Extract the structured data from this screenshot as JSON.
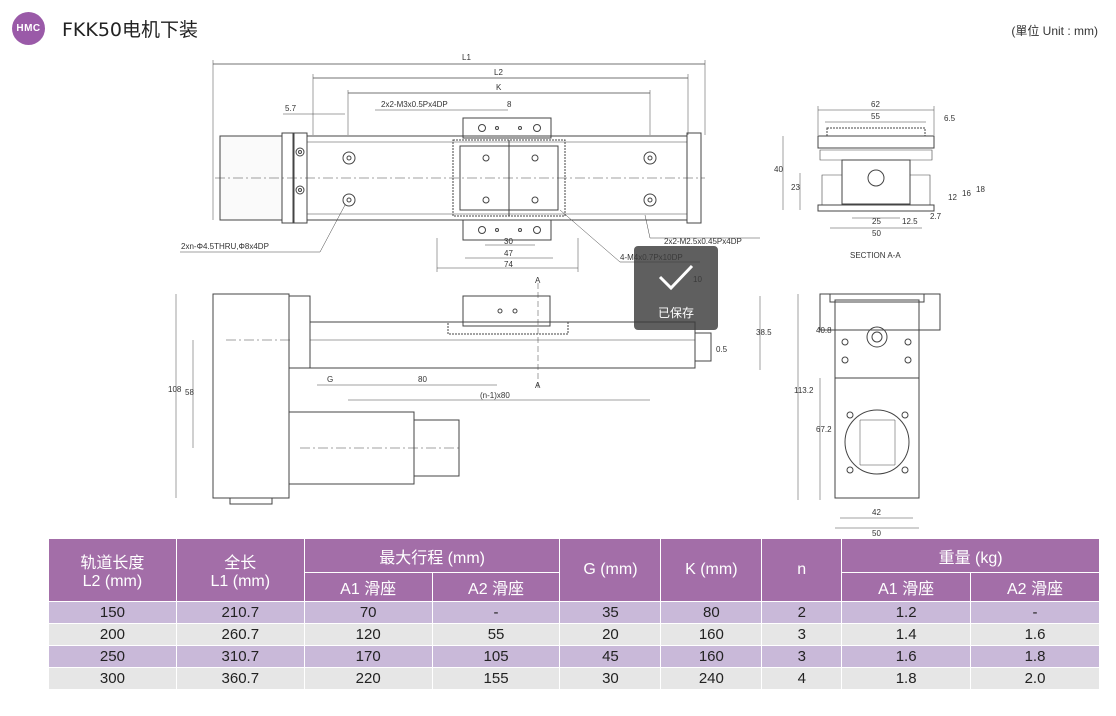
{
  "header": {
    "logo_text": "HMC",
    "title": "FKK50电机下装",
    "unit_note": "(單位 Unit : mm)"
  },
  "drawing": {
    "labels": {
      "L1": "L1",
      "L2": "L2",
      "K": "K",
      "d8": "8",
      "d5_7": "5.7",
      "m3": "2x2-M3x0.5Px4DP",
      "thru": "2xn-Φ4.5THRU,Φ8x4DP",
      "m25": "2x2-M2.5x0.45Px4DP",
      "m4": "4-M4x0.7Px10DP",
      "d30": "30",
      "d47": "47",
      "d74": "74",
      "d62": "62",
      "d55": "55",
      "d6_5": "6.5",
      "d40": "40",
      "d23": "23",
      "d12": "12",
      "d16": "16",
      "d18": "18",
      "d25": "25",
      "d12_5": "12.5",
      "d2_7": "2.7",
      "d50a": "50",
      "section": "SECTION A-A",
      "A_top": "A",
      "A_bot": "A",
      "d10": "10",
      "d38_5": "38.5",
      "d0_5": "0.5",
      "d108": "108",
      "d58": "58",
      "G": "G",
      "d80": "80",
      "n1x80": "(n-1)x80",
      "d40_8": "40.8",
      "d113_2": "113.2",
      "d67_2": "67.2",
      "d42": "42",
      "d50b": "50"
    }
  },
  "toast": {
    "message": "已保存"
  },
  "table": {
    "headers": {
      "rail_length": "轨道长度",
      "rail_length_unit": "L2 (mm)",
      "full_length": "全长",
      "full_length_unit": "L1 (mm)",
      "max_stroke": "最大行程 (mm)",
      "a1": "A1 滑座",
      "a2": "A2 滑座",
      "g": "G (mm)",
      "k": "K (mm)",
      "n": "n",
      "weight": "重量 (kg)",
      "w_a1": "A1 滑座",
      "w_a2": "A2 滑座"
    },
    "rows": [
      [
        "150",
        "210.7",
        "70",
        "-",
        "35",
        "80",
        "2",
        "1.2",
        "-"
      ],
      [
        "200",
        "260.7",
        "120",
        "55",
        "20",
        "160",
        "3",
        "1.4",
        "1.6"
      ],
      [
        "250",
        "310.7",
        "170",
        "105",
        "45",
        "160",
        "3",
        "1.6",
        "1.8"
      ],
      [
        "300",
        "360.7",
        "220",
        "155",
        "30",
        "240",
        "4",
        "1.8",
        "2.0"
      ]
    ]
  }
}
